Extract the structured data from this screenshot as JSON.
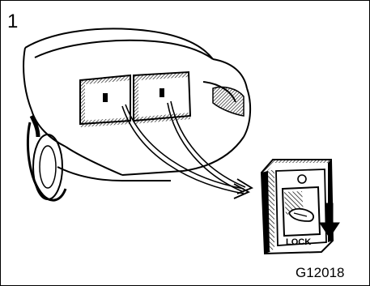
{
  "figure": {
    "step_number": "1",
    "figure_code": "G12018",
    "lock_label": "LOCK"
  },
  "icons": {
    "rear_door_child_lock": "child-protector-lock-icon",
    "direction_arrow": "arrow-down-icon"
  },
  "colors": {
    "line": "#000000",
    "background": "#ffffff",
    "hatch": "#000000"
  }
}
